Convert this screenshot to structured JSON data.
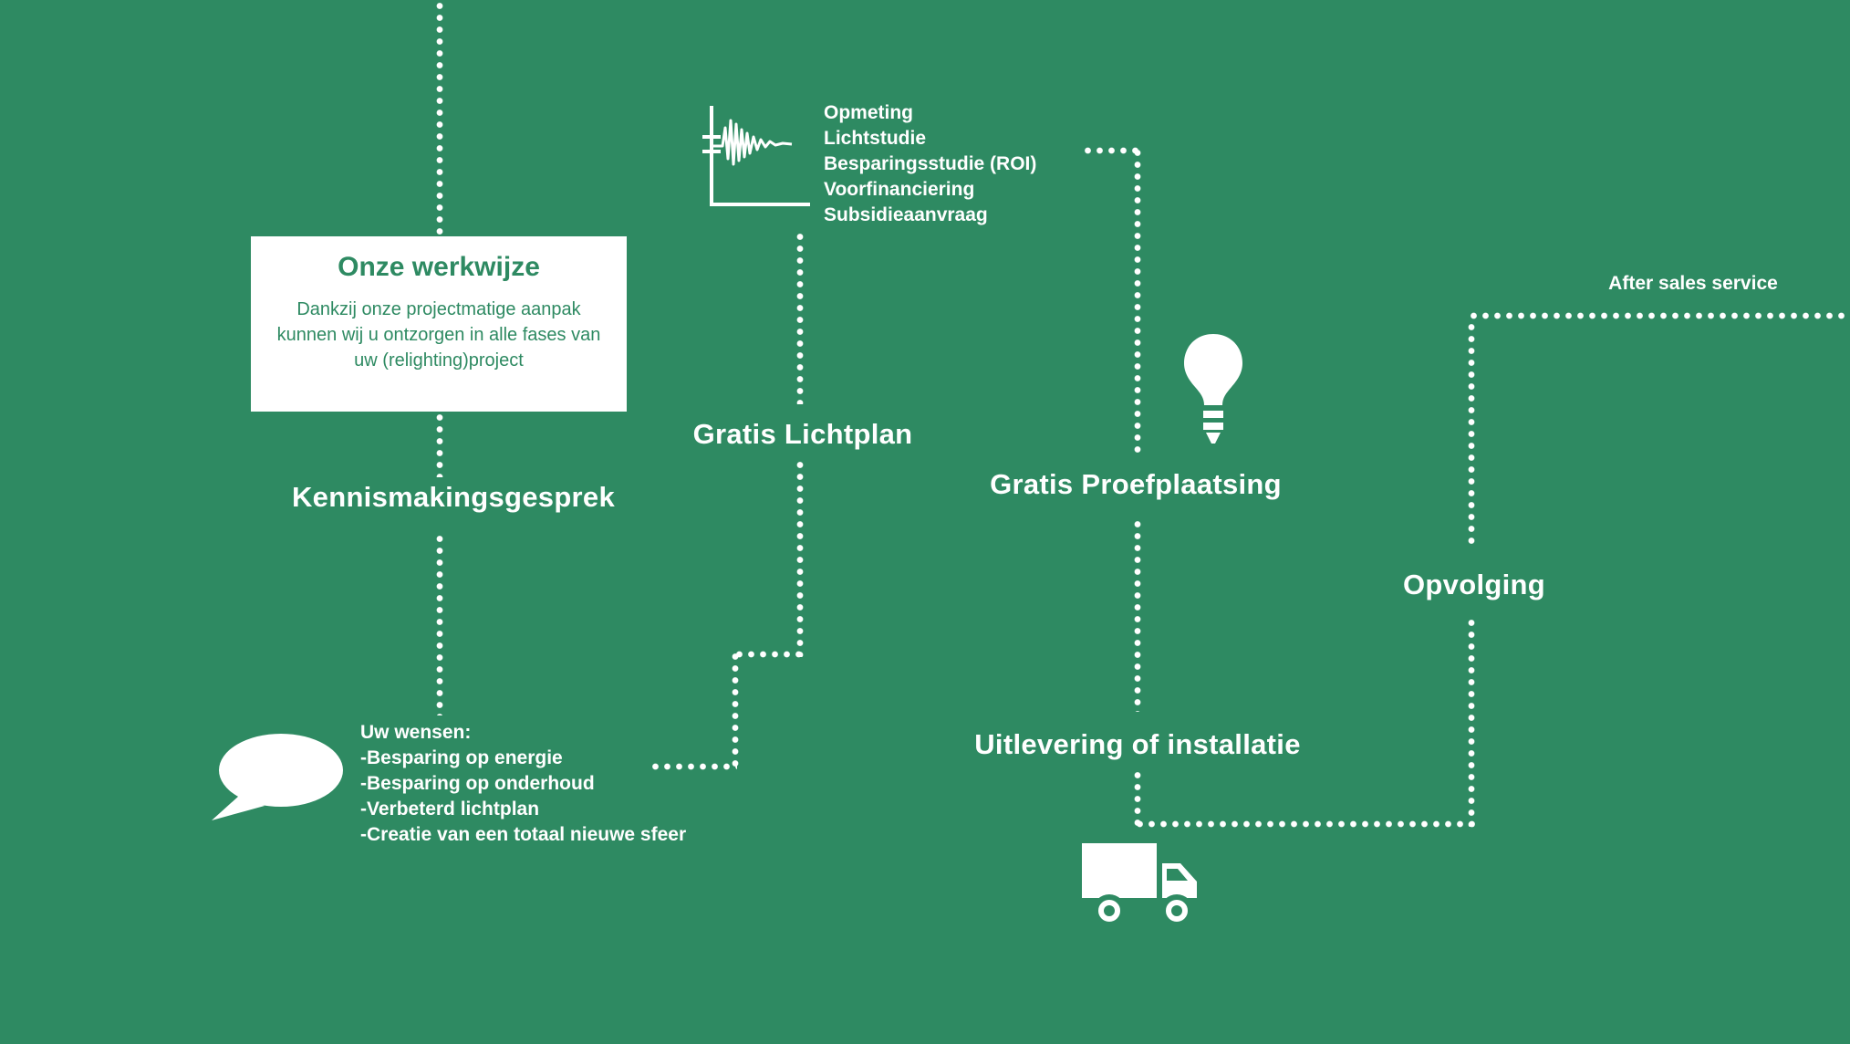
{
  "colors": {
    "background": "#2e8a62",
    "box_background": "#ffffff",
    "box_text": "#2e8a62",
    "text": "#ffffff"
  },
  "intro_box": {
    "title": "Onze werkwijze",
    "body_lines": [
      "Dankzij onze projectmatige aanpak",
      "kunnen wij u ontzorgen in alle fases van",
      "uw (relighting)project"
    ]
  },
  "steps": {
    "kennismakingsgesprek": "Kennismakingsgesprek",
    "gratis_lichtplan": "Gratis Lichtplan",
    "gratis_proefplaatsing": "Gratis Proefplaatsing",
    "uitlevering_of_installatie": "Uitlevering of installatie",
    "opvolging": "Opvolging",
    "after_sales_service": "After sales service"
  },
  "lichtplan_services": {
    "items": [
      "Opmeting",
      "Lichtstudie",
      "Besparingsstudie (ROI)",
      "Voorfinanciering",
      "Subsidieaanvraag"
    ]
  },
  "klant_wensen": {
    "heading": "Uw wensen:",
    "items": [
      "-Besparing op energie",
      "-Besparing op onderhoud",
      "-Verbeterd lichtplan",
      "-Creatie van een totaal nieuwe sfeer"
    ]
  },
  "icons": {
    "chart": "waveform-chart-icon",
    "lightbulb": "lightbulb-icon",
    "speech_bubble": "speech-bubble-icon",
    "truck": "delivery-truck-icon"
  }
}
